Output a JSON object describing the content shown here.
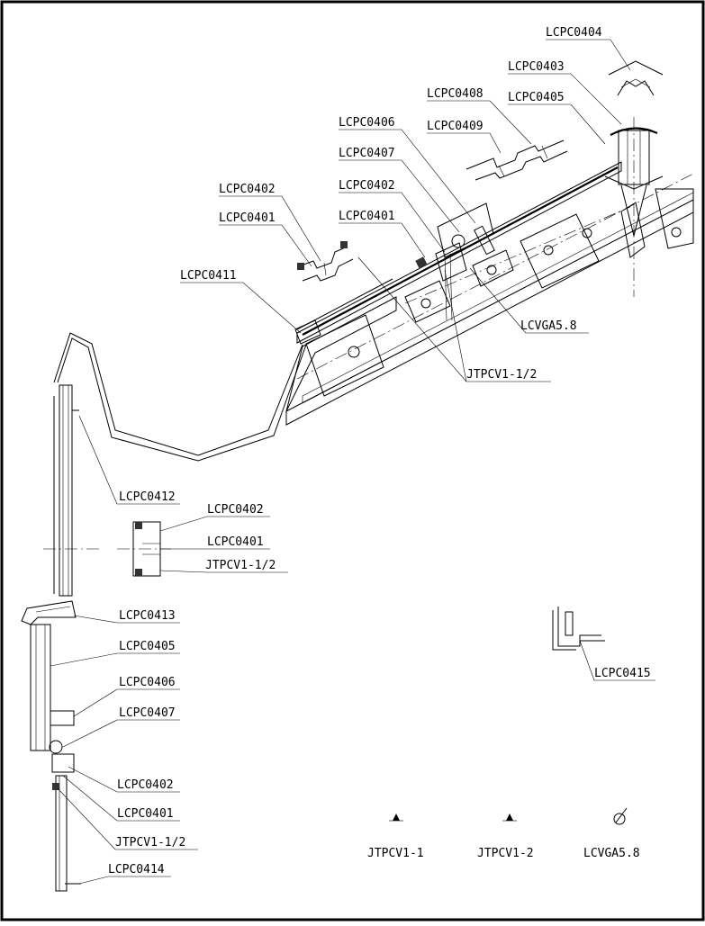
{
  "labels": {
    "lcpc0404": "LCPC0404",
    "lcpc0403": "LCPC0403",
    "lcpc0408": "LCPC0408",
    "lcpc0405_top": "LCPC0405",
    "lcpc0409": "LCPC0409",
    "lcpc0406_top": "LCPC0406",
    "lcpc0407_top": "LCPC0407",
    "lcpc0402_top": "LCPC0402",
    "lcpc0401_top": "LCPC0401",
    "lcpc0402_left": "LCPC0402",
    "lcpc0401_left": "LCPC0401",
    "lcpc0411": "LCPC0411",
    "lcvga58_top": "LCVGA5.8",
    "jtpcv1_half_top": "JTPCV1-1/2",
    "lcpc0412": "LCPC0412",
    "lcpc0402_mid": "LCPC0402",
    "lcpc0401_mid": "LCPC0401",
    "jtpcv1_half_mid": "JTPCV1-1/2",
    "lcpc0413": "LCPC0413",
    "lcpc0405_low": "LCPC0405",
    "lcpc0406_low": "LCPC0406",
    "lcpc0407_low": "LCPC0407",
    "lcpc0415": "LCPC0415",
    "lcpc0402_low": "LCPC0402",
    "lcpc0401_low": "LCPC0401",
    "jtpcv1_half_low": "JTPCV1-1/2",
    "lcpc0414": "LCPC0414",
    "jtpcv1_1": "JTPCV1-1",
    "jtpcv1_2": "JTPCV1-2",
    "lcvga58_legend": "LCVGA5.8"
  }
}
